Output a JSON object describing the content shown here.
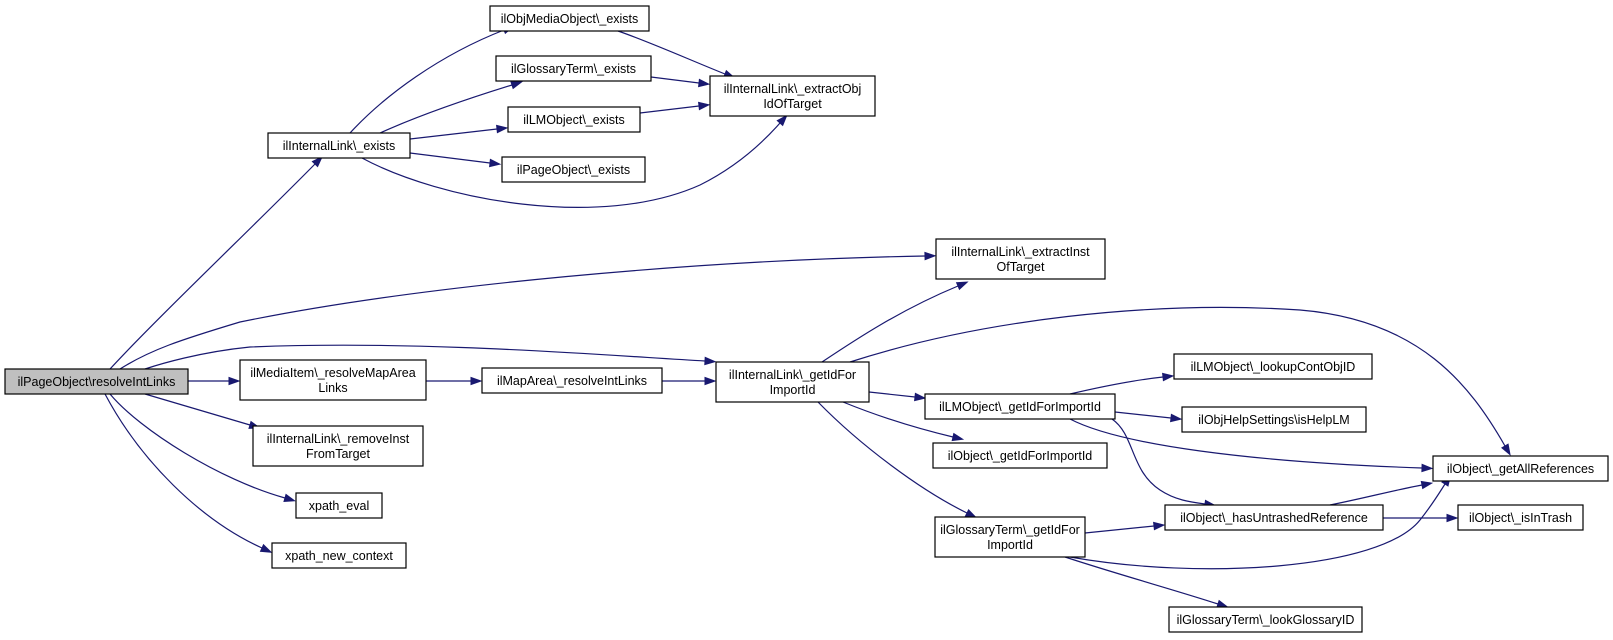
{
  "nodes": [
    {
      "id": "root",
      "lines": [
        "ilPageObject\\resolveIntLinks"
      ],
      "root": true
    },
    {
      "id": "il_exists",
      "lines": [
        "ilInternalLink\\_exists"
      ]
    },
    {
      "id": "mob_exists",
      "lines": [
        "ilObjMediaObject\\_exists"
      ]
    },
    {
      "id": "gt_exists",
      "lines": [
        "ilGlossaryTerm\\_exists"
      ]
    },
    {
      "id": "lm_exists",
      "lines": [
        "ilLMObject\\_exists"
      ]
    },
    {
      "id": "po_exists",
      "lines": [
        "ilPageObject\\_exists"
      ]
    },
    {
      "id": "extract_obj",
      "lines": [
        "ilInternalLink\\_extractObj",
        "IdOfTarget"
      ]
    },
    {
      "id": "extract_inst",
      "lines": [
        "ilInternalLink\\_extractInst",
        "OfTarget"
      ]
    },
    {
      "id": "mi_resolve",
      "lines": [
        "ilMediaItem\\_resolveMapArea",
        "Links"
      ]
    },
    {
      "id": "ma_resolve",
      "lines": [
        "ilMapArea\\_resolveIntLinks"
      ]
    },
    {
      "id": "il_getid",
      "lines": [
        "ilInternalLink\\_getIdFor",
        "ImportId"
      ]
    },
    {
      "id": "remove_inst",
      "lines": [
        "ilInternalLink\\_removeInst",
        "FromTarget"
      ]
    },
    {
      "id": "xpath_eval",
      "lines": [
        "xpath_eval"
      ]
    },
    {
      "id": "xpath_new",
      "lines": [
        "xpath_new_context"
      ]
    },
    {
      "id": "lm_getid",
      "lines": [
        "ilLMObject\\_getIdForImportId"
      ]
    },
    {
      "id": "obj_getid",
      "lines": [
        "ilObject\\_getIdForImportId"
      ]
    },
    {
      "id": "gt_getid",
      "lines": [
        "ilGlossaryTerm\\_getIdFor",
        "ImportId"
      ]
    },
    {
      "id": "lm_lookup",
      "lines": [
        "ilLMObject\\_lookupContObjID"
      ]
    },
    {
      "id": "help_lm",
      "lines": [
        "ilObjHelpSettings\\isHelpLM"
      ]
    },
    {
      "id": "all_refs",
      "lines": [
        "ilObject\\_getAllReferences"
      ]
    },
    {
      "id": "untrashed",
      "lines": [
        "ilObject\\_hasUntrashedReference"
      ]
    },
    {
      "id": "in_trash",
      "lines": [
        "ilObject\\_isInTrash"
      ]
    },
    {
      "id": "gt_lookup",
      "lines": [
        "ilGlossaryTerm\\_lookGlossaryID"
      ]
    }
  ],
  "edges": [
    {
      "from": "root",
      "to": "il_exists"
    },
    {
      "from": "root",
      "to": "extract_inst"
    },
    {
      "from": "root",
      "to": "il_getid"
    },
    {
      "from": "root",
      "to": "mi_resolve"
    },
    {
      "from": "root",
      "to": "remove_inst"
    },
    {
      "from": "root",
      "to": "xpath_eval"
    },
    {
      "from": "root",
      "to": "xpath_new"
    },
    {
      "from": "il_exists",
      "to": "mob_exists"
    },
    {
      "from": "il_exists",
      "to": "gt_exists"
    },
    {
      "from": "il_exists",
      "to": "lm_exists"
    },
    {
      "from": "il_exists",
      "to": "po_exists"
    },
    {
      "from": "il_exists",
      "to": "extract_obj"
    },
    {
      "from": "mob_exists",
      "to": "extract_obj"
    },
    {
      "from": "gt_exists",
      "to": "extract_obj"
    },
    {
      "from": "lm_exists",
      "to": "extract_obj"
    },
    {
      "from": "mi_resolve",
      "to": "ma_resolve"
    },
    {
      "from": "ma_resolve",
      "to": "il_getid"
    },
    {
      "from": "il_getid",
      "to": "extract_inst"
    },
    {
      "from": "il_getid",
      "to": "all_refs"
    },
    {
      "from": "il_getid",
      "to": "lm_getid"
    },
    {
      "from": "il_getid",
      "to": "obj_getid"
    },
    {
      "from": "il_getid",
      "to": "gt_getid"
    },
    {
      "from": "lm_getid",
      "to": "lm_lookup"
    },
    {
      "from": "lm_getid",
      "to": "help_lm"
    },
    {
      "from": "lm_getid",
      "to": "all_refs"
    },
    {
      "from": "lm_getid",
      "to": "untrashed"
    },
    {
      "from": "gt_getid",
      "to": "untrashed"
    },
    {
      "from": "gt_getid",
      "to": "all_refs"
    },
    {
      "from": "gt_getid",
      "to": "gt_lookup"
    },
    {
      "from": "untrashed",
      "to": "all_refs"
    },
    {
      "from": "untrashed",
      "to": "in_trash"
    }
  ]
}
